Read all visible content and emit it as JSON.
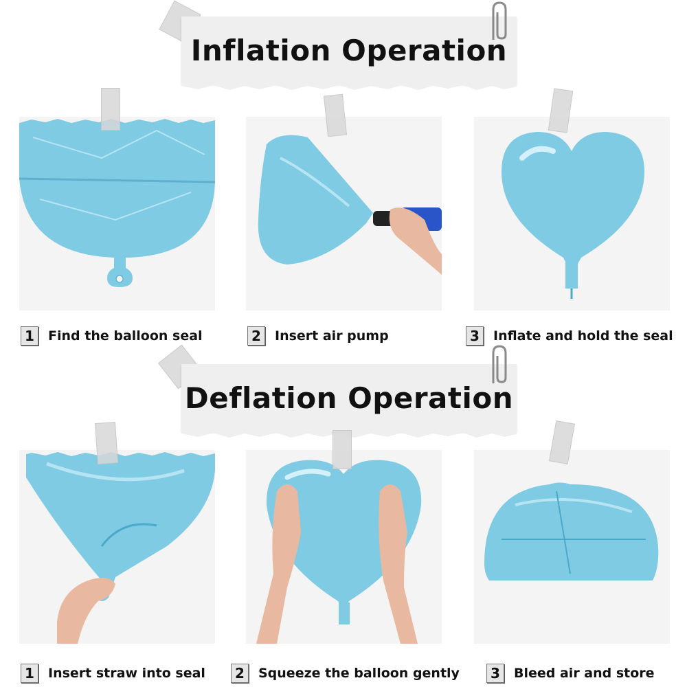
{
  "inflation": {
    "title": "Inflation Operation",
    "steps": [
      {
        "number": "1",
        "label": "Find the balloon seal"
      },
      {
        "number": "2",
        "label": "Insert air pump"
      },
      {
        "number": "3",
        "label": "Inflate and hold the seal"
      }
    ]
  },
  "deflation": {
    "title": "Deflation Operation",
    "steps": [
      {
        "number": "1",
        "label": "Insert straw into seal"
      },
      {
        "number": "2",
        "label": "Squeeze the balloon gently"
      },
      {
        "number": "3",
        "label": "Bleed air and store"
      }
    ]
  },
  "colors": {
    "balloon": "#7ecbe3",
    "balloon_light": "#b6e4f2",
    "balloon_dark": "#4aa8c8",
    "banner": "#efefef",
    "card": "#f4f4f4",
    "skin": "#e8b9a0"
  }
}
